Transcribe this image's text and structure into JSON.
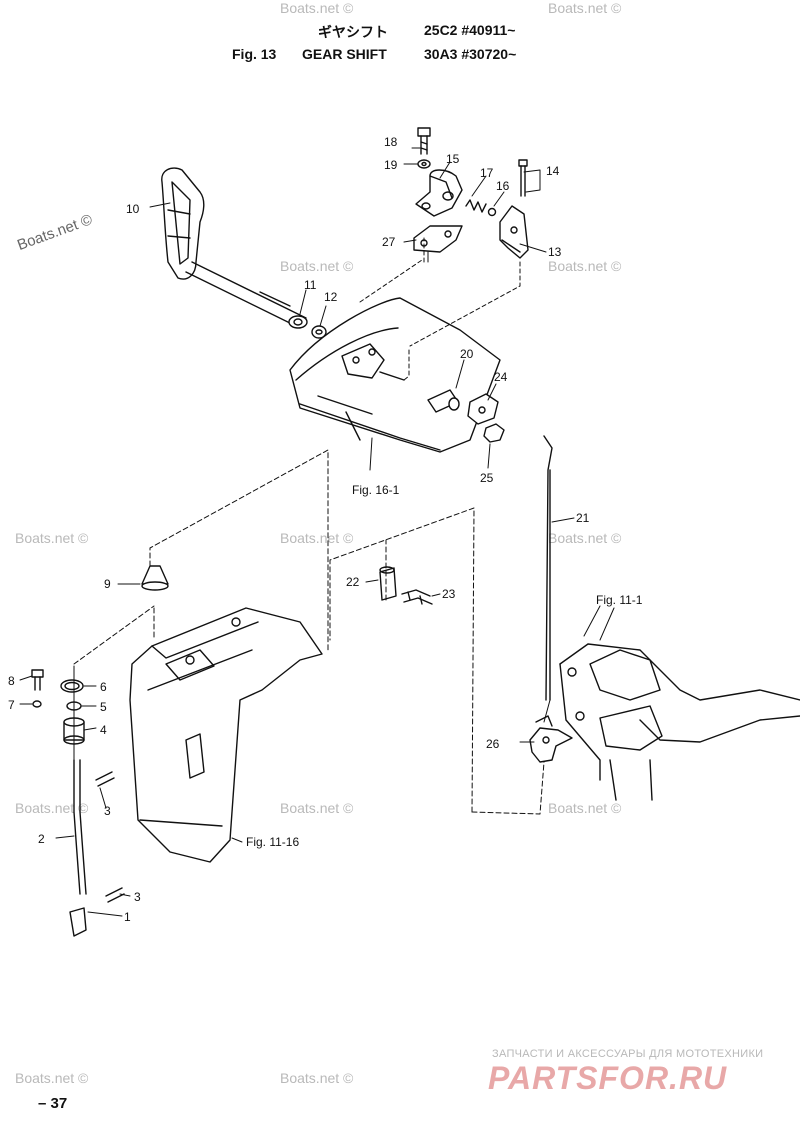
{
  "header": {
    "jp_title": "ギヤシフト",
    "fig_number": "Fig. 13",
    "title": "GEAR SHIFT",
    "serial_1": "25C2 #40911~",
    "serial_2": "30A3 #30720~"
  },
  "watermark": "Boats.net ©",
  "callouts": {
    "p1": "1",
    "p2": "2",
    "p3a": "3",
    "p3b": "3",
    "p4": "4",
    "p5": "5",
    "p6": "6",
    "p7": "7",
    "p8": "8",
    "p9": "9",
    "p10": "10",
    "p11": "11",
    "p12": "12",
    "p13": "13",
    "p14": "14",
    "p15": "15",
    "p16": "16",
    "p17": "17",
    "p18": "18",
    "p19": "19",
    "p20": "20",
    "p21": "21",
    "p22": "22",
    "p23": "23",
    "p24": "24",
    "p25": "25",
    "p26": "26",
    "p27": "27"
  },
  "references": {
    "fig_16_1": "Fig. 16-1",
    "fig_11_1": "Fig. 11-1",
    "fig_11_16": "Fig. 11-16"
  },
  "branding": {
    "tagline": "ЗАПЧАСТИ И АКСЕССУАРЫ ДЛЯ МОТОТЕХНИКИ",
    "logo": "PARTSFOR.RU"
  },
  "page_number": "– 37",
  "colors": {
    "ink": "#111111",
    "watermark": "#b9b9b9",
    "logo": "#e8a8a8"
  }
}
